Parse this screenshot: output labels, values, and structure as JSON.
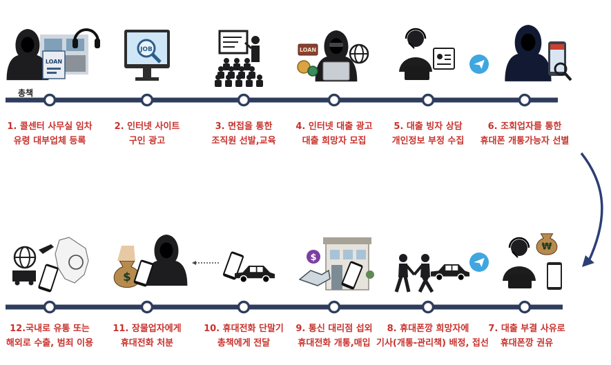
{
  "colors": {
    "timeline": "#2f3d5c",
    "node_fill": "#ffffff",
    "label_text": "#c8322d",
    "icon_dark": "#1d1d1f",
    "arrow": "#2c3f75",
    "telegram": "#3fa6e0",
    "money_bag": "#b78a4e"
  },
  "top_row": {
    "annotation": "총책",
    "steps": [
      {
        "line1": "1.  콜센터 사무실 임차",
        "line2": "유령 대부업체 등록",
        "icon": "hacker-callcenter-icon"
      },
      {
        "line1": "2. 인터넷 사이트",
        "line2": "구인 광고",
        "icon": "job-monitor-icon",
        "monitor_text": "JOB"
      },
      {
        "line1": "3. 면접을 통한",
        "line2": "조직원 선발,교육",
        "icon": "presentation-audience-icon"
      },
      {
        "line1": "4. 인터넷 대출 광고",
        "line2": "대출 희망자 모집",
        "icon": "hacker-loan-icon",
        "sign_text": "LOAN"
      },
      {
        "line1": "5. 대출 빙자 상담",
        "line2": "개인정보 부정 수집",
        "icon": "operator-idcard-icon"
      },
      {
        "line1": "6. 조회업자를 통한",
        "line2": "휴대폰 개통가능자 선별",
        "icon": "hacker-phone-search-icon"
      }
    ]
  },
  "bottom_row": {
    "steps": [
      {
        "line1": "12.국내로 유통 또는",
        "line2": "해외로 수출, 범죄 이용",
        "icon": "export-map-icon"
      },
      {
        "line1": "11. 장물업자에게",
        "line2": "휴대전화 처분",
        "icon": "moneybag-hacker-icon"
      },
      {
        "line1": "10. 휴대전화 단말기",
        "line2": "총책에게 전달",
        "icon": "phone-car-delivery-icon"
      },
      {
        "line1": "9. 통신 대리점 섭외",
        "line2": "휴대전화 개통,매입",
        "icon": "store-handshake-icon"
      },
      {
        "line1": "8. 휴대폰깡 희망자에",
        "line2": "기사(개통-관리책) 배정, 접선",
        "icon": "people-car-meeting-icon"
      },
      {
        "line1": "7. 대출 부결 사유로",
        "line2": "휴대폰깡 권유",
        "icon": "operator-moneybag-phone-icon"
      }
    ]
  }
}
